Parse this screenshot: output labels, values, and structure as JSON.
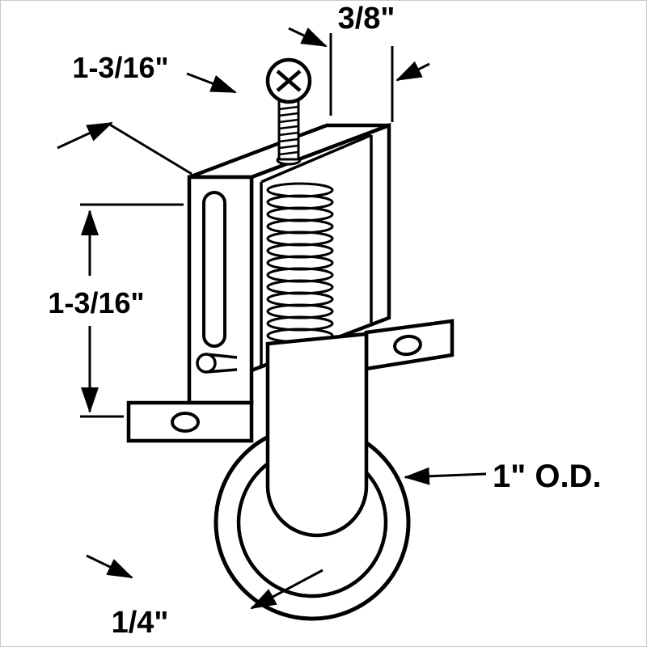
{
  "diagram": {
    "background_color": "#ffffff",
    "stroke_color": "#000000",
    "border_color": "#c9c9c9",
    "subject": "spring-loaded roller bracket line drawing",
    "dimensions": {
      "top_offset": "3/8\"",
      "top_edge_depth": "1-3/16\"",
      "housing_height": "1-3/16\"",
      "roller_outer_diameter": "1\" O.D.",
      "roller_width": "1/4\""
    }
  }
}
